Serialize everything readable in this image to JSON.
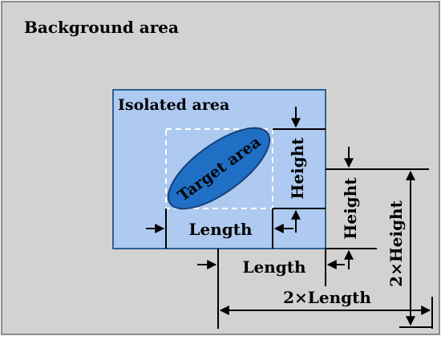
{
  "labels": {
    "background_area": "Background area",
    "isolated_area": "Isolated area",
    "target_area": "Target area",
    "height_inner": "Height",
    "height_outer": "Height",
    "length_inner": "Length",
    "length_outer": "Length",
    "double_length": "2×Length",
    "double_height": "2×Height"
  },
  "colors": {
    "background": "#d4d2d0",
    "isolated_fill": "#aecaf0",
    "isolated_border": "#2f5f94",
    "ellipse_fill": "#1f6fc5",
    "ellipse_border": "#1a3f75",
    "dashed_box": "#ffffff",
    "line": "#000000"
  }
}
